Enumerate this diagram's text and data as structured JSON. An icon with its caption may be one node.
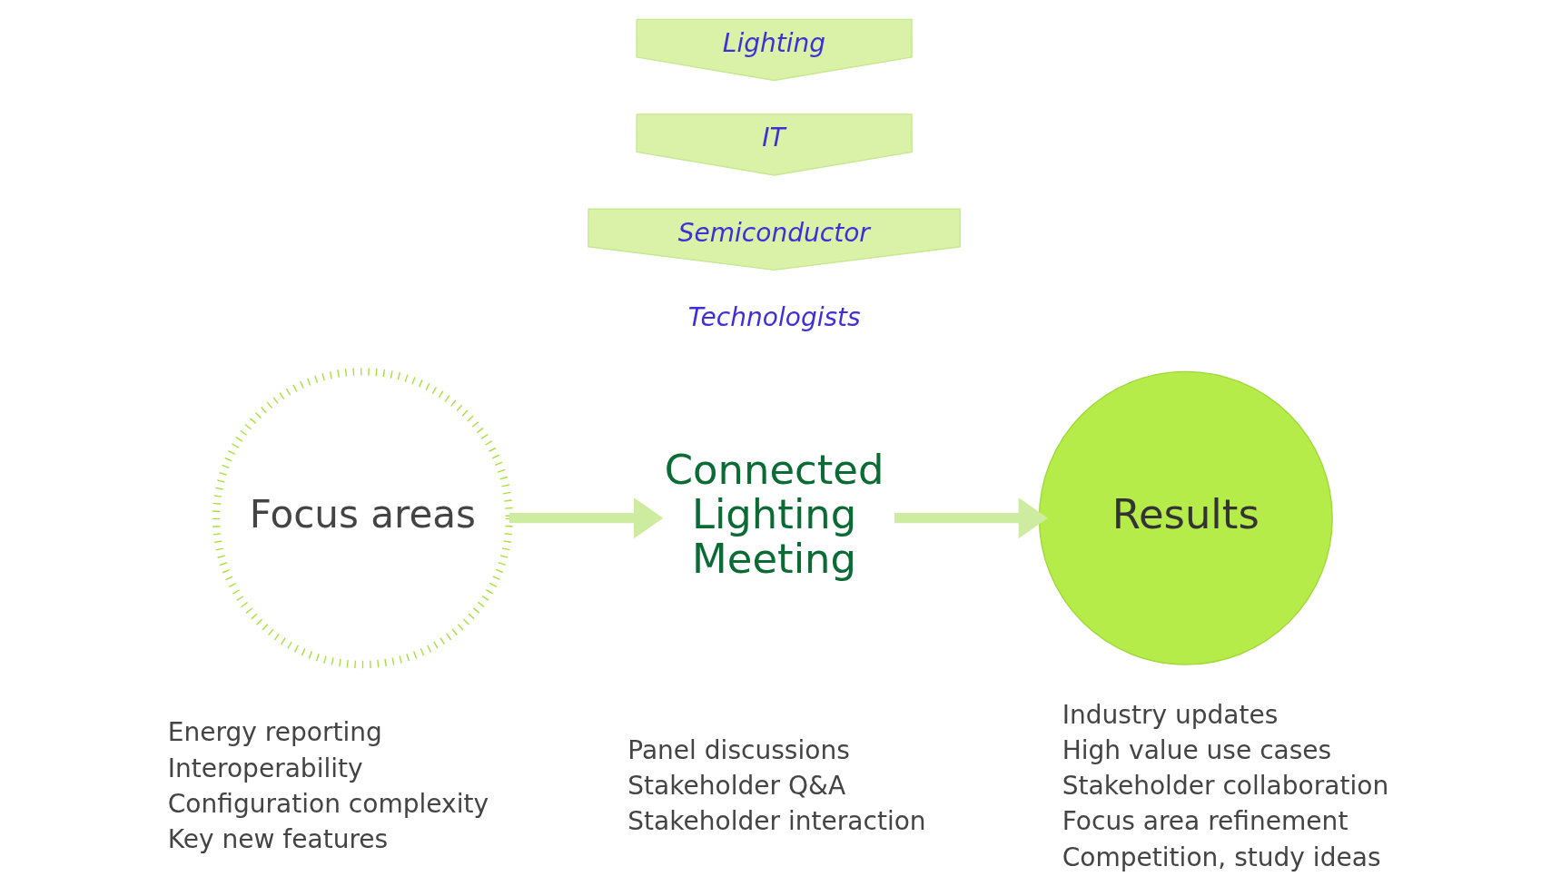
{
  "diagram": {
    "nodes": [
      {
        "text": [
          "Lighting"
        ]
      },
      {
        "text": [
          "IT"
        ]
      },
      {
        "text": [
          "Semiconductor"
        ]
      },
      {
        "text": [
          "Technologists"
        ]
      },
      {
        "text": [
          "Focus areas"
        ],
        "beside": [
          "Energy reporting",
          "Interoperability",
          "Configuration complexity",
          "Key new features"
        ]
      },
      {
        "text": [
          "Connected Lighting Meeting"
        ],
        "beside": [
          "Panel discussions",
          "Stakeholder Q&A",
          "Stakeholder interaction"
        ]
      },
      {
        "text": [
          "Results"
        ],
        "beside": [
          "Industry updates",
          "High value use cases",
          "Stakeholder collaboration",
          "Focus area refinement",
          "Competition, study ideas"
        ]
      }
    ],
    "edges": [
      {
        "from": 4,
        "to": 5,
        "arrow": "to"
      },
      {
        "from": 5,
        "to": 6,
        "arrow": "to"
      }
    ]
  }
}
